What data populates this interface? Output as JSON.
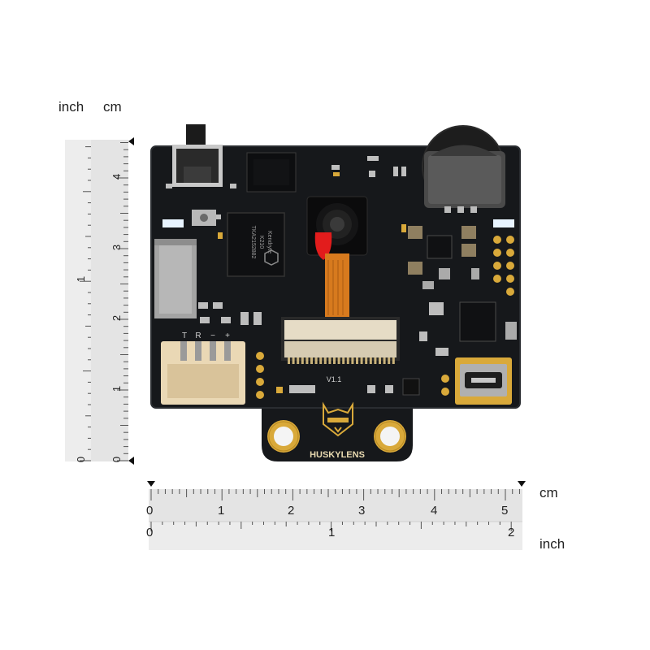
{
  "vertical_ruler": {
    "unit_inch": "inch",
    "unit_cm": "cm",
    "cm_ticks": [
      "0",
      "1",
      "2",
      "3",
      "4"
    ],
    "inch_ticks": [
      "0",
      "1"
    ]
  },
  "horizontal_ruler": {
    "unit_cm": "cm",
    "unit_inch": "inch",
    "cm_ticks": [
      "0",
      "1",
      "2",
      "3",
      "4",
      "5"
    ],
    "inch_ticks": [
      "0",
      "1",
      "2"
    ]
  },
  "board": {
    "brand": "HUSKYLENS",
    "version": "V1.1",
    "chip_marking": [
      "Kendryte",
      "K210",
      "TKA2152882"
    ],
    "connector_pins": [
      "T",
      "R",
      "−",
      "+"
    ],
    "colors": {
      "pcb": "#16181b",
      "gold": "#d9a93a",
      "camera_flex": "#d77a1e",
      "led": "#e8f4ff"
    }
  },
  "colors": {
    "ruler_face": "#e4e4e4",
    "ruler_ticks": "#555555",
    "background": "#ffffff"
  }
}
